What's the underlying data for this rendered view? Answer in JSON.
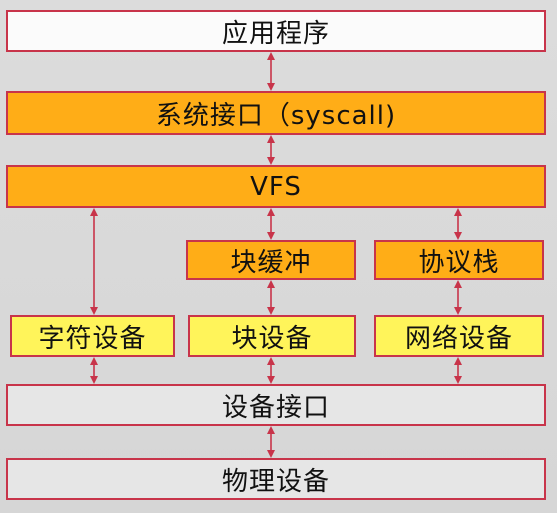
{
  "diagram": {
    "layers": {
      "app": "应用程序",
      "syscall": "系统接口（syscall)",
      "vfs": "VFS",
      "block_cache": "块缓冲",
      "protocol_stack": "协议栈",
      "char_device": "字符设备",
      "block_device": "块设备",
      "network_device": "网络设备",
      "device_interface": "设备接口",
      "physical_device": "物理设备"
    },
    "colors": {
      "border": "#c8344a",
      "arrow": "#c8344a",
      "white_box": "#fbfbfb",
      "orange_box": "#ffad17",
      "yellow_box": "#fff45a",
      "grey_box": "#e6e6e6",
      "background": "#d8d8d8"
    }
  }
}
